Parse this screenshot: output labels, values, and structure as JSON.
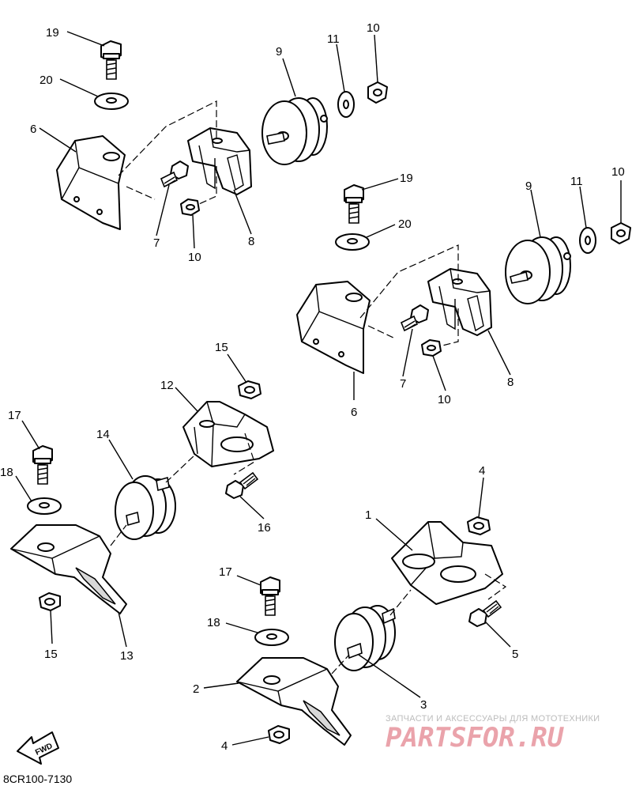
{
  "diagram": {
    "code": "8CR100-7130",
    "fwd_label": "FWD",
    "labels": [
      {
        "id": "l19a",
        "text": "19"
      },
      {
        "id": "l20a",
        "text": "20"
      },
      {
        "id": "l6a",
        "text": "6"
      },
      {
        "id": "l7a",
        "text": "7"
      },
      {
        "id": "l10a",
        "text": "10"
      },
      {
        "id": "l8a",
        "text": "8"
      },
      {
        "id": "l9a",
        "text": "9"
      },
      {
        "id": "l11a",
        "text": "11"
      },
      {
        "id": "l10b",
        "text": "10"
      },
      {
        "id": "l19b",
        "text": "19"
      },
      {
        "id": "l20b",
        "text": "20"
      },
      {
        "id": "l9b",
        "text": "9"
      },
      {
        "id": "l11b",
        "text": "11"
      },
      {
        "id": "l10c",
        "text": "10"
      },
      {
        "id": "l7b",
        "text": "7"
      },
      {
        "id": "l10d",
        "text": "10"
      },
      {
        "id": "l8b",
        "text": "8"
      },
      {
        "id": "l6b",
        "text": "6"
      },
      {
        "id": "l15a",
        "text": "15"
      },
      {
        "id": "l12",
        "text": "12"
      },
      {
        "id": "l17a",
        "text": "17"
      },
      {
        "id": "l14",
        "text": "14"
      },
      {
        "id": "l18a",
        "text": "18"
      },
      {
        "id": "l16",
        "text": "16"
      },
      {
        "id": "l15b",
        "text": "15"
      },
      {
        "id": "l13",
        "text": "13"
      },
      {
        "id": "l4a",
        "text": "4"
      },
      {
        "id": "l1",
        "text": "1"
      },
      {
        "id": "l17b",
        "text": "17"
      },
      {
        "id": "l18b",
        "text": "18"
      },
      {
        "id": "l5",
        "text": "5"
      },
      {
        "id": "l2",
        "text": "2"
      },
      {
        "id": "l3",
        "text": "3"
      },
      {
        "id": "l4b",
        "text": "4"
      }
    ]
  },
  "watermark": {
    "tagline": "ЗАПЧАСТИ И АКСЕССУАРЫ ДЛЯ МОТОТЕХНИКИ",
    "brand": "PARTSFOR.RU"
  }
}
